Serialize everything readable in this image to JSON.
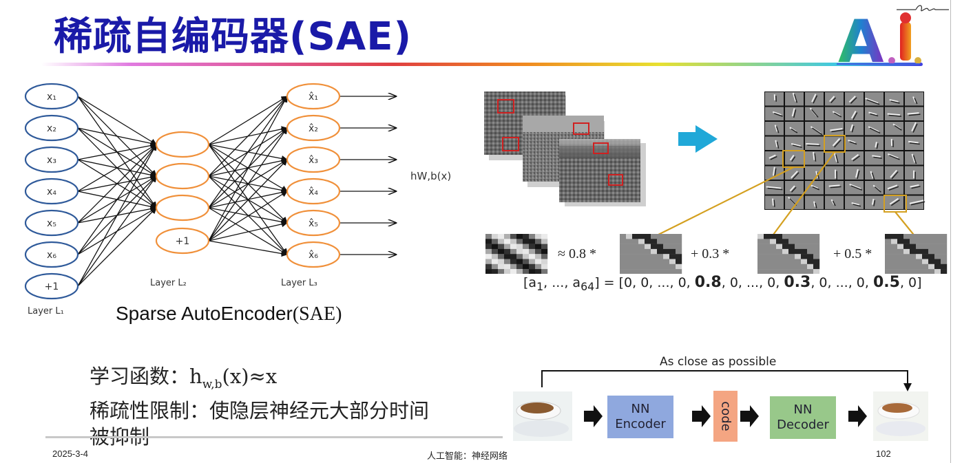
{
  "slide": {
    "title": "稀疏自编码器(SAE)",
    "logo_text": "A.I.",
    "network": {
      "input_nodes": [
        "x₁",
        "x₂",
        "x₃",
        "x₄",
        "x₅",
        "x₆",
        "+1"
      ],
      "hidden_nodes": [
        "",
        "",
        "",
        "+1"
      ],
      "output_nodes": [
        "x̂₁",
        "x̂₂",
        "x̂₃",
        "x̂₄",
        "x̂₅",
        "x̂₆"
      ],
      "layer_labels": [
        "Layer L₁",
        "Layer L₂",
        "Layer L₃"
      ],
      "output_function": "hW,b(x)"
    },
    "caption_main": "Sparse AutoEncoder",
    "caption_paren": "(SAE)",
    "body_lines": {
      "line1_prefix": "学习函数：",
      "line1_h": "h",
      "line1_sub": "w,b",
      "line1_suffix": "(x)≈x",
      "line2": "稀疏性限制：使隐层神经元大部分时间",
      "line3": "被抑制"
    },
    "sparse_coding": {
      "coefficients": [
        "≈ 0.8 *",
        "+ 0.3 *",
        "+ 0.5 *"
      ],
      "formula_left": "[a",
      "formula_sub1": "1",
      "formula_mid": ", ..., a",
      "formula_sub2": "64",
      "formula_eq": "] = [0, 0, ..., 0, ",
      "val1": "0.8",
      "sep1": ", 0, ..., 0, ",
      "val2": "0.3",
      "sep2": ", 0, ..., 0, ",
      "val3": "0.5",
      "end": ", 0]"
    },
    "autoencoder_pipeline": {
      "top_label": "As close as possible",
      "encoder_line1": "NN",
      "encoder_line2": "Encoder",
      "code_label": "code",
      "decoder_line1": "NN",
      "decoder_line2": "Decoder"
    },
    "footer": {
      "date": "2025-3-4",
      "center": "人工智能：神经网络",
      "page": "102"
    }
  },
  "colors": {
    "title": "#1a1aa8",
    "input_node": "#2f5a9a",
    "hidden_node": "#f0903a",
    "encoder": "#8fa8de",
    "code": "#f4a582",
    "decoder": "#98c88a",
    "highlight_box": "#d4a020",
    "patch_box": "#d02020",
    "arrow_blue": "#20a8d8"
  }
}
